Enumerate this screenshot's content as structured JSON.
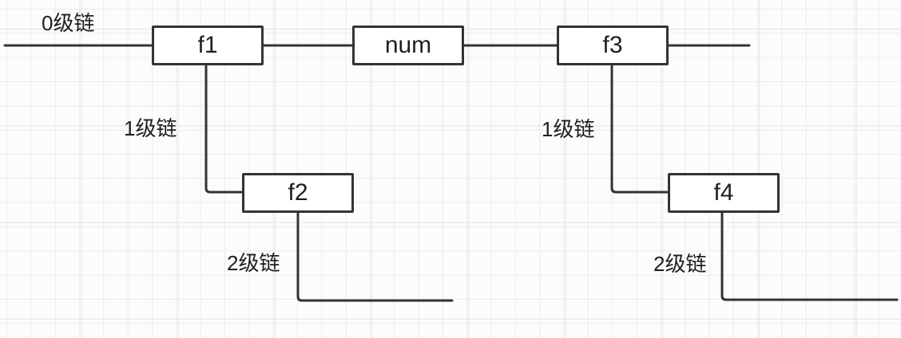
{
  "colors": {
    "stroke": "#333333",
    "text": "#1f1f1f",
    "node_fill": "#ffffff",
    "canvas_bg": "#fcfcfc",
    "grid_minor": "#ebebeb",
    "grid_major": "#e3e3e3"
  },
  "diagram": {
    "nodes": [
      {
        "id": "f1",
        "label": "f1"
      },
      {
        "id": "num",
        "label": "num"
      },
      {
        "id": "f3",
        "label": "f3"
      },
      {
        "id": "f2",
        "label": "f2"
      },
      {
        "id": "f4",
        "label": "f4"
      }
    ],
    "edge_labels": [
      {
        "id": "level-0-chain",
        "text": "0级链"
      },
      {
        "id": "level-1-chain-left",
        "text": "1级链"
      },
      {
        "id": "level-2-chain-left",
        "text": "2级链"
      },
      {
        "id": "level-1-chain-right",
        "text": "1级链"
      },
      {
        "id": "level-2-chain-right",
        "text": "2级链"
      }
    ]
  }
}
